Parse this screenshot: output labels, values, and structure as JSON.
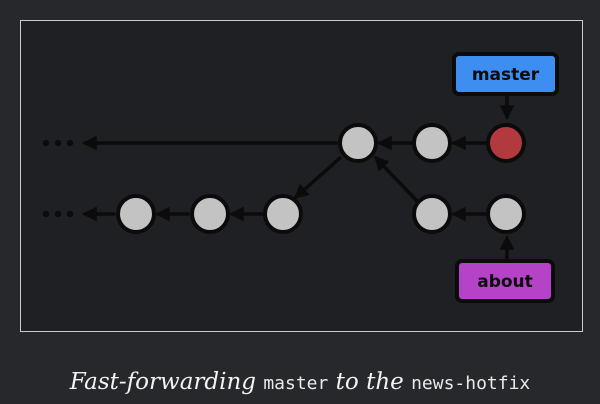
{
  "diagram": {
    "branches": {
      "master": {
        "label": "master",
        "color": "#3d8ef0"
      },
      "about": {
        "label": "about",
        "color": "#b543c8"
      }
    },
    "colors": {
      "commit_fill": "#c3c3c3",
      "head_commit_fill": "#b2393e",
      "stroke": "#0b0b0c",
      "panel_background": "#1f2024"
    }
  },
  "caption": {
    "prefix": "Fast-forwarding ",
    "branch_from": "master",
    "middle": " to the ",
    "branch_to": "news-hotfix"
  }
}
